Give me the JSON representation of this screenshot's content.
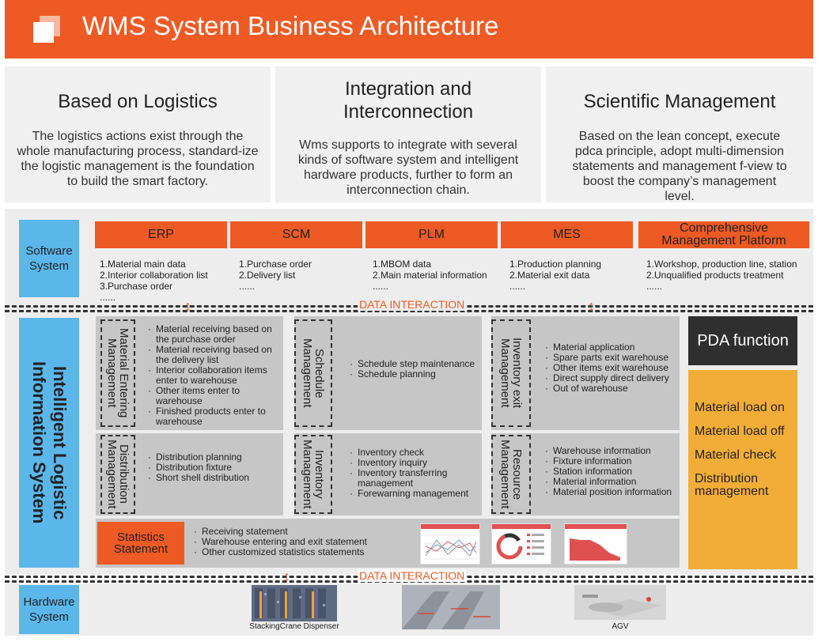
{
  "header": {
    "title": "WMS System Business Architecture"
  },
  "pillars": [
    {
      "title": "Based on Logistics",
      "desc": "The logistics actions exist through the whole manufacturing process, standard-ize the logistic management is the foundation to build the smart factory."
    },
    {
      "title": "Integration and Interconnection",
      "desc": "Wms supports to integrate with several kinds of software system and intelligent hardware products, further to form an interconnection chain."
    },
    {
      "title": "Scientific Management",
      "desc": "Based on the lean concept, execute pdca principle, adopt multi-dimension statements and management f-view to boost the company’s management level."
    }
  ],
  "software": {
    "label": "Software System",
    "systems": [
      {
        "name": "ERP",
        "items": [
          "1.Material main data",
          "2.Interior collaboration list",
          "3.Purchase order",
          "......"
        ]
      },
      {
        "name": "SCM",
        "items": [
          "1.Purchase order",
          "2.Delivery list",
          "......"
        ]
      },
      {
        "name": "PLM",
        "items": [
          "1.MBOM data",
          "2.Main material information",
          "......"
        ]
      },
      {
        "name": "MES",
        "items": [
          "1.Production planning",
          "2.Material exit data",
          "......"
        ]
      },
      {
        "name": "Comprehensive Management Platform",
        "items": [
          "1.Workshop, production line, station",
          "2.Unqualified products treatment",
          "......"
        ]
      }
    ]
  },
  "data_interaction": "DATA INTERACTION",
  "ils": {
    "label": "Intelligent Logistic Information System",
    "modules": {
      "entering": {
        "label": "Material Entering\nManagement",
        "items": [
          "Material receiving based on the purchase order",
          "Material receiving based on the delivery list",
          "Interior collaboration items enter to warehouse",
          "Other items enter to warehouse",
          "Finished products enter to warehouse"
        ]
      },
      "schedule": {
        "label": "Schedule\nManagement",
        "items": [
          "Schedule step maintenance",
          "Schedule planning"
        ]
      },
      "exit": {
        "label": "Inventory exit\nManagement",
        "items": [
          "Material application",
          "Spare parts exit warehouse",
          "Other items exit warehouse",
          "Direct supply direct delivery",
          "Out of warehouse"
        ]
      },
      "distribution": {
        "label": "Distribution\nManagement",
        "items": [
          "Distribution planning",
          "Distribution fixture",
          "Short shell distribution"
        ]
      },
      "inventory": {
        "label": "Inventory\nManagement",
        "items": [
          "Inventory check",
          "Inventory inquiry",
          "Inventory transferring management",
          "Forewarning management"
        ]
      },
      "resource": {
        "label": "Resource\nManagement",
        "items": [
          "Warehouse information",
          "Fixture information",
          "Station information",
          "Material information",
          "Material position information"
        ]
      }
    },
    "statistics": {
      "label": "Statistics Statement",
      "items": [
        "Receiving statement",
        "Warehouse entering and exit statement",
        "Other customized statistics statements"
      ]
    }
  },
  "pda": {
    "title": "PDA function",
    "items": [
      "Material load on",
      "Material load off",
      "Material check",
      "Distribution management"
    ]
  },
  "hardware": {
    "label": "Hardware System",
    "devices": [
      {
        "caption": "StackingCrane Dispenser"
      },
      {
        "caption": ""
      },
      {
        "caption": "AGV"
      }
    ]
  },
  "colors": {
    "accent": "#ee5a24",
    "side": "#5bb7ea",
    "pda_dark": "#2f2f2f",
    "pda_yellow": "#f2ad38",
    "block_grey": "#c6c6c6"
  }
}
